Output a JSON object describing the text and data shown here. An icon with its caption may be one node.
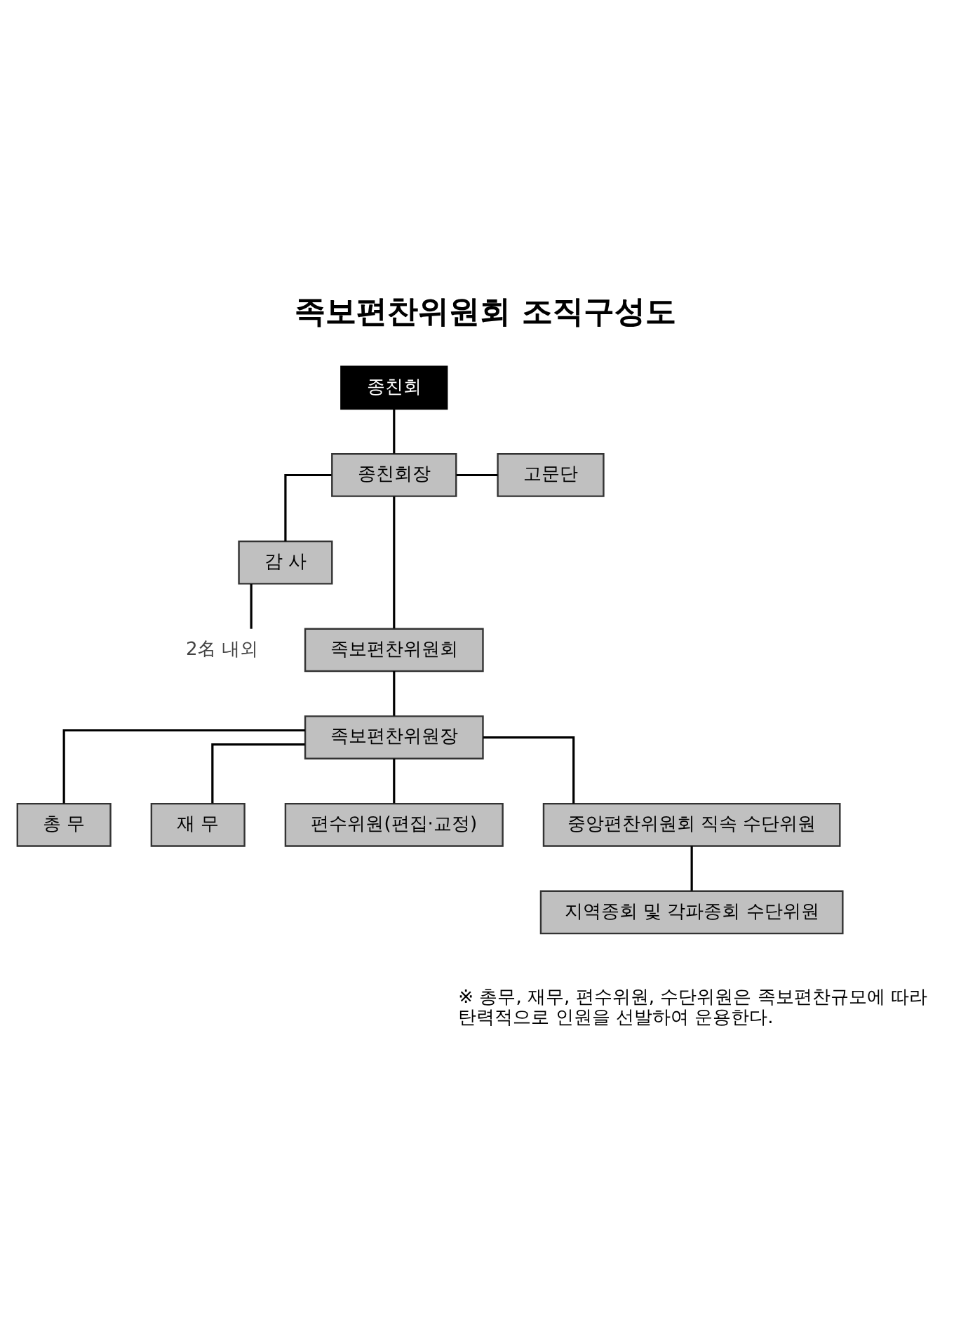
{
  "diagram": {
    "title": "족보편찬위원회 조직구성도",
    "nodes": [
      {
        "text": [
          "종친회"
        ]
      },
      {
        "text": [
          "종친회장"
        ]
      },
      {
        "text": [
          "고문단"
        ]
      },
      {
        "text": [
          "감 사"
        ]
      },
      {
        "text": [
          "2名 내외"
        ]
      },
      {
        "text": [
          "족보편찬위원회"
        ]
      },
      {
        "text": [
          "족보편찬위원장"
        ]
      },
      {
        "text": [
          "총 무"
        ]
      },
      {
        "text": [
          "재 무"
        ]
      },
      {
        "text": [
          "편수위원(편집·교정)"
        ]
      },
      {
        "text": [
          "중앙편찬위원회 직속 수단위원"
        ]
      },
      {
        "text": [
          "지역종회 및 각파종회 수단위원"
        ]
      }
    ],
    "edges": [
      {
        "from": 0,
        "to": 1,
        "arrow": "none"
      },
      {
        "from": 1,
        "to": 2,
        "arrow": "none"
      },
      {
        "from": 1,
        "to": 3,
        "arrow": "none"
      },
      {
        "from": 1,
        "to": 5,
        "arrow": "none"
      },
      {
        "from": 4,
        "to": 3,
        "arrow": "none"
      },
      {
        "from": 5,
        "to": 6,
        "arrow": "none"
      },
      {
        "from": 6,
        "to": 7,
        "arrow": "none"
      },
      {
        "from": 6,
        "to": 8,
        "arrow": "none"
      },
      {
        "from": 6,
        "to": 9,
        "arrow": "none"
      },
      {
        "from": 6,
        "to": 10,
        "arrow": "none"
      },
      {
        "from": 10,
        "to": 11,
        "arrow": "none"
      }
    ],
    "labels": [
      "※ 총무, 재무, 편수위원, 수단위원은 족보편찬규모에 따라 탄력적으로 인원을 선발하여 운용한다."
    ]
  }
}
